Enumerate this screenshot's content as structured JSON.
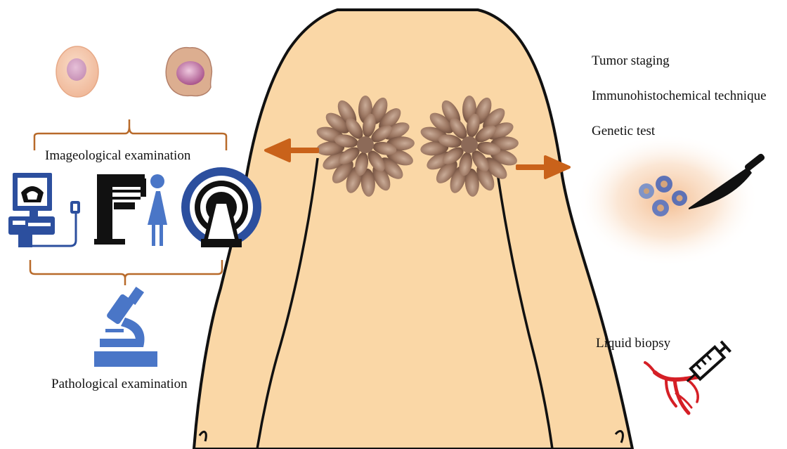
{
  "labels": {
    "imaging": "Imageological examination",
    "pathology": "Pathological examination",
    "tumor_staging": "Tumor staging",
    "immunohisto": "Immunohistochemical technique",
    "genetic_test": "Genetic test",
    "liquid_biopsy": "Liquid biopsy"
  },
  "colors": {
    "skin": "#fad7a6",
    "outline": "#111111",
    "arrow": "#c9621a",
    "bracket": "#b86a2a",
    "icon_blue": "#4a76c7",
    "icon_dark_blue": "#2c4f9e",
    "vessel_red": "#d51f26"
  },
  "icons": [
    "normal-cell-icon",
    "cancer-cell-icon",
    "ultrasound-machine-icon",
    "mammography-machine-icon",
    "mri-scanner-icon",
    "microscope-icon",
    "scalpel-icon",
    "syringe-icon",
    "blood-vessel-icon",
    "tumor-tissue-icon"
  ]
}
